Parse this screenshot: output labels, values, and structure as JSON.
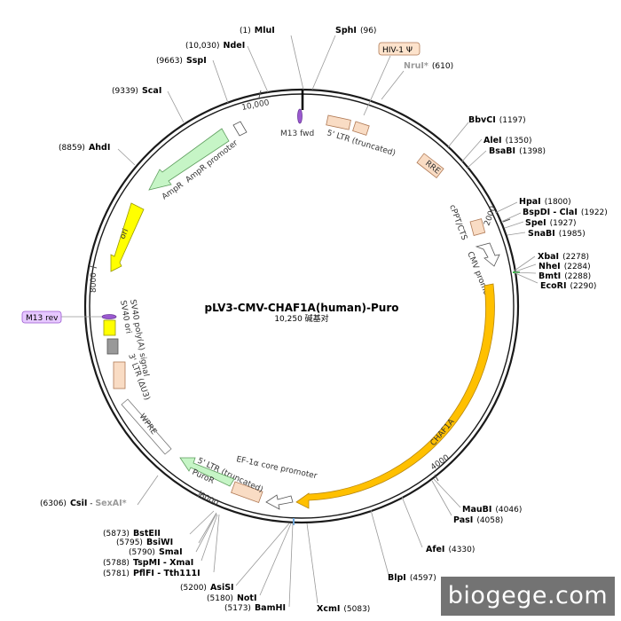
{
  "plasmid": {
    "name": "pLV3-CMV-CHAF1A(human)-Puro",
    "size_label": "10,250 碱基对",
    "total_bp": 10250
  },
  "ticks": [
    {
      "bp": 2000,
      "label": "2000"
    },
    {
      "bp": 4000,
      "label": "4000"
    },
    {
      "bp": 6000,
      "label": "6000"
    },
    {
      "bp": 8000,
      "label": "8000"
    },
    {
      "bp": 10000,
      "label": "10,000"
    }
  ],
  "sites": [
    {
      "name": "MluI",
      "pos": "(1)"
    },
    {
      "name": "SphI",
      "pos": "(96)"
    },
    {
      "name": "NruI*",
      "pos": "(610)",
      "grey": true
    },
    {
      "name": "BbvCI",
      "pos": "(1197)"
    },
    {
      "name": "AleI",
      "pos": "(1350)"
    },
    {
      "name": "BsaBI",
      "pos": "(1398)"
    },
    {
      "name": "HpaI",
      "pos": "(1800)"
    },
    {
      "name": "BspDI - ClaI",
      "pos": "(1922)"
    },
    {
      "name": "SpeI",
      "pos": "(1927)"
    },
    {
      "name": "SnaBI",
      "pos": "(1985)"
    },
    {
      "name": "XbaI",
      "pos": "(2278)"
    },
    {
      "name": "NheI",
      "pos": "(2284)"
    },
    {
      "name": "BmtI",
      "pos": "(2288)"
    },
    {
      "name": "EcoRI",
      "pos": "(2290)"
    },
    {
      "name": "MauBI",
      "pos": "(4046)"
    },
    {
      "name": "PasI",
      "pos": "(4058)"
    },
    {
      "name": "AfeI",
      "pos": "(4330)"
    },
    {
      "name": "BlpI",
      "pos": "(4597)"
    },
    {
      "name": "XcmI",
      "pos": "(5083)"
    },
    {
      "name": "BamHI",
      "pos": "(5173)"
    },
    {
      "name": "NotI",
      "pos": "(5180)"
    },
    {
      "name": "AsiSI",
      "pos": "(5200)"
    },
    {
      "name": "PflFI - Tth111I",
      "pos": "(5781)"
    },
    {
      "name": "TspMI - XmaI",
      "pos": "(5788)"
    },
    {
      "name": "SmaI",
      "pos": "(5790)"
    },
    {
      "name": "BsiWI",
      "pos": "(5795)"
    },
    {
      "name": "BstEII",
      "pos": "(5873)"
    },
    {
      "name": "CsiI",
      "pos": "(6306)",
      "extra": "SexAI*"
    },
    {
      "name": "AhdI",
      "pos": "(8859)"
    },
    {
      "name": "ScaI",
      "pos": "(9339)"
    },
    {
      "name": "SspI",
      "pos": "(9663)"
    },
    {
      "name": "NdeI",
      "pos": "(10,030)"
    }
  ],
  "features": [
    {
      "name": "M13 fwd"
    },
    {
      "name": "5' LTR (truncated)"
    },
    {
      "name": "HIV-1 Ψ"
    },
    {
      "name": "RRE"
    },
    {
      "name": "cPPT/CTS"
    },
    {
      "name": "CMV promoter"
    },
    {
      "name": "CHAF1A"
    },
    {
      "name": "EF-1α core promoter"
    },
    {
      "name": "5' LTR (truncated)"
    },
    {
      "name": "PuroR"
    },
    {
      "name": "WPRE"
    },
    {
      "name": "3' LTR (ΔU3)"
    },
    {
      "name": "SV40 ori"
    },
    {
      "name": "SV40 poly(A) signal"
    },
    {
      "name": "M13 rev"
    },
    {
      "name": "ori"
    },
    {
      "name": "AmpR"
    },
    {
      "name": "AmpR promoter"
    }
  ],
  "colors": {
    "backbone": "#1a1a1a",
    "cds": "#ffc000",
    "ori": "#ffff00",
    "ampr": "#c6f5c6",
    "ltr": "#f9dcc4",
    "promoter": "#ffffff",
    "primer": "#9b59d0",
    "primer_tag_bg": "#e6c8ff",
    "hiv_tag_bg": "#fde3cc",
    "sv40_ori": "#999999"
  },
  "watermark": "biogege.com"
}
